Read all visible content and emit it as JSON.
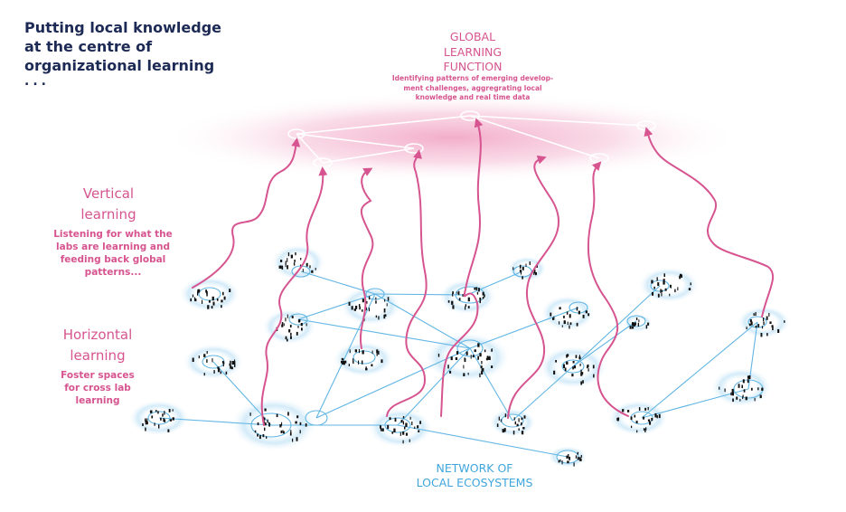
{
  "title": {
    "lines": [
      "Putting local knowledge",
      "at the centre of",
      "organizational learning"
    ],
    "dots": "..."
  },
  "global": {
    "title_lines": [
      "GLOBAL",
      "LEARNING",
      "FUNCTION"
    ],
    "description_lines": [
      "Identifying patterns of emerging develop-",
      "ment challenges, aggregrating local",
      "knowledge and real time data"
    ]
  },
  "vertical": {
    "title_lines": [
      "Vertical",
      "learning"
    ],
    "description_lines": [
      "Listening for what the",
      "labs are learning and",
      "feeding back global",
      "patterns..."
    ]
  },
  "horizontal": {
    "title_lines": [
      "Horizontal",
      "learning"
    ],
    "description_lines": [
      "Foster spaces",
      "for cross lab",
      "learning"
    ]
  },
  "network": {
    "title_lines": [
      "NETWORK OF",
      "LOCAL ECOSYSTEMS"
    ]
  },
  "colors": {
    "navy": "#1c2a55",
    "pink": "#d6548f",
    "pink_glow": "#f2a9c6",
    "blue": "#3fa6dd",
    "blue_glow": "#bfe2f6"
  }
}
